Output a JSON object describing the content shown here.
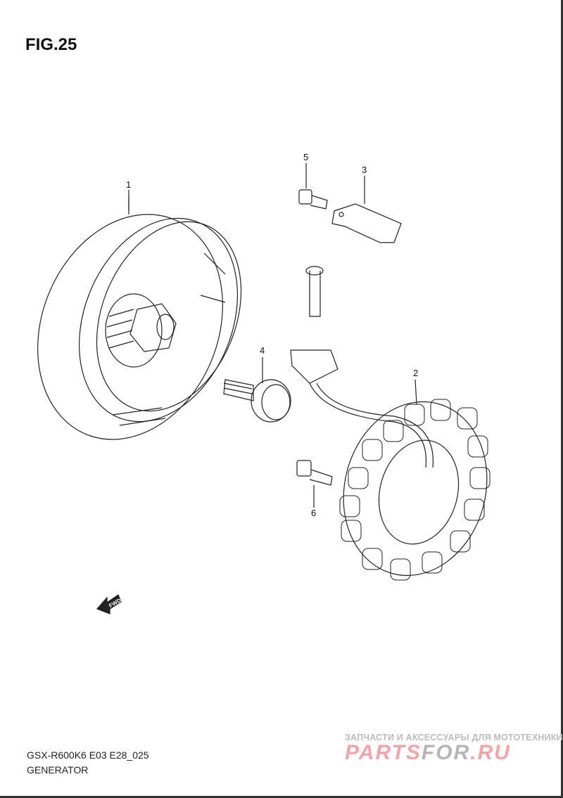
{
  "figure_label": "FIG.25",
  "part_numbers": [
    "1",
    "2",
    "3",
    "4",
    "5",
    "6"
  ],
  "fwd_label": "FWD",
  "footer": {
    "code": "GSX-R600K6 E03 E28_025",
    "title": "GENERATOR"
  },
  "watermark": {
    "tagline": "ЗАПЧАСТИ И АКСЕССУАРЫ ДЛЯ МОТОТЕХНИКИ",
    "logo_a": "PARTS",
    "logo_b": "FOR",
    "logo_c": ".RU"
  }
}
